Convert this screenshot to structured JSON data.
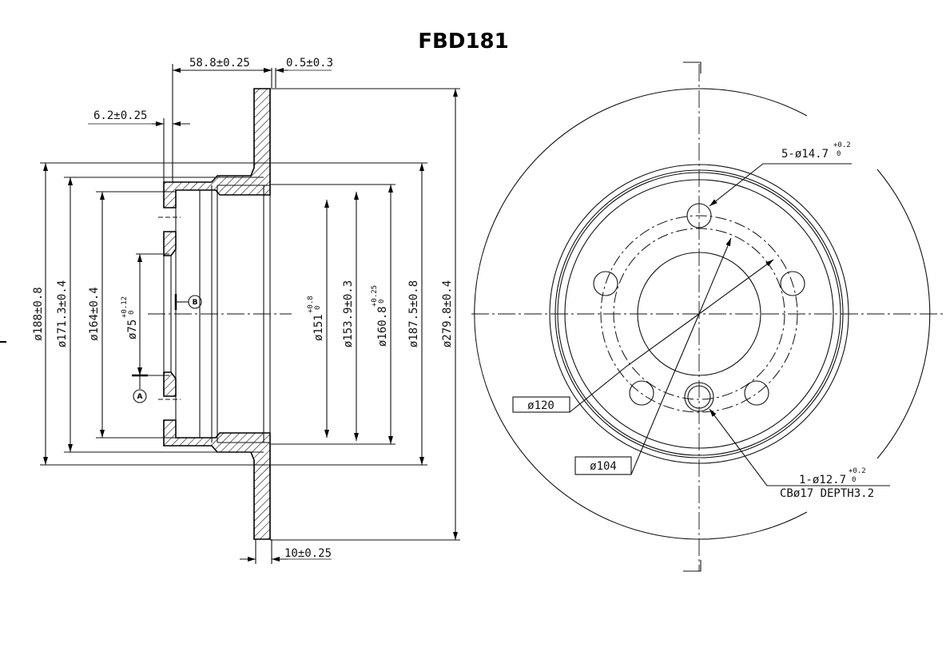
{
  "title": "FBD181",
  "section_view": {
    "top_dims": {
      "hat_height": "58.8±0.25",
      "runout": "0.5±0.3",
      "hat_offset": "6.2±0.25",
      "thickness": "10±0.25"
    },
    "diameters": {
      "d188": "ø188±0.8",
      "d171": "ø171.3±0.4",
      "d164": "ø164±0.4",
      "d75": {
        "base": "ø75",
        "upper": "+0.12",
        "lower": "0"
      },
      "d151": {
        "base": "ø151",
        "upper": "+0.8",
        "lower": "0"
      },
      "d153": "ø153.9±0.3",
      "d160": {
        "base": "ø160.8",
        "upper": "+0.25",
        "lower": "0"
      },
      "d187": "ø187.5±0.8",
      "d279": "ø279.8±0.4"
    },
    "datums": {
      "a": "A",
      "b": "B"
    }
  },
  "front_view": {
    "bolt_holes": {
      "base": "5-ø14.7",
      "upper": "+0.2",
      "lower": "0"
    },
    "pcd_120": "ø120",
    "pcd_104": "ø104",
    "locator_hole": {
      "base": "1-ø12.7",
      "upper": "+0.2",
      "lower": "0"
    },
    "counterbore": "CBø17 DEPTH3.2"
  }
}
